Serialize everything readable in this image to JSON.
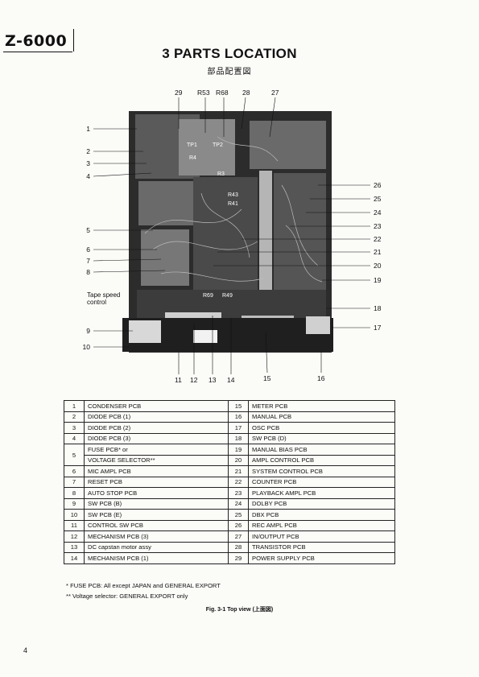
{
  "header": {
    "model": "Z-6000",
    "title": "3  PARTS LOCATION",
    "subtitle": "部品配置図"
  },
  "figure": {
    "labels": {
      "top": [
        "29",
        "R53",
        "R68",
        "28",
        "27"
      ],
      "left": [
        "1",
        "2",
        "3",
        "4",
        "5",
        "6",
        "7",
        "8",
        "9",
        "10"
      ],
      "right": [
        "26",
        "25",
        "24",
        "23",
        "22",
        "21",
        "20",
        "19",
        "18",
        "17"
      ],
      "bottom": [
        "11",
        "12",
        "13",
        "14",
        "15",
        "16"
      ]
    },
    "silk_labels": [
      "TP1",
      "TP2",
      "R4",
      "R3",
      "R43",
      "R41",
      "R69",
      "R49"
    ],
    "tape_speed_label": "Tape speed control"
  },
  "parts_table": [
    {
      "no": "1",
      "name": "CONDENSER PCB",
      "no2": "15",
      "name2": "METER PCB"
    },
    {
      "no": "2",
      "name": "DIODE PCB (1)",
      "no2": "16",
      "name2": "MANUAL PCB"
    },
    {
      "no": "3",
      "name": "DIODE PCB (2)",
      "no2": "17",
      "name2": "OSC PCB"
    },
    {
      "no": "4",
      "name": "DIODE PCB (3)",
      "no2": "18",
      "name2": "SW PCB (D)"
    },
    {
      "no": "5",
      "name": "FUSE PCB* or",
      "name_b": "VOLTAGE SELECTOR**",
      "no2": "19",
      "name2": "MANUAL BIAS PCB",
      "no3": "20",
      "name3": "AMPL CONTROL PCB"
    },
    {
      "no": "6",
      "name": "MIC AMPL PCB",
      "no2": "21",
      "name2": "SYSTEM CONTROL PCB"
    },
    {
      "no": "7",
      "name": "RESET PCB",
      "no2": "22",
      "name2": "COUNTER PCB"
    },
    {
      "no": "8",
      "name": "AUTO STOP PCB",
      "no2": "23",
      "name2": "PLAYBACK AMPL PCB"
    },
    {
      "no": "9",
      "name": "SW PCB (B)",
      "no2": "24",
      "name2": "DOLBY PCB"
    },
    {
      "no": "10",
      "name": "SW PCB (E)",
      "no2": "25",
      "name2": "DBX PCB"
    },
    {
      "no": "11",
      "name": "CONTROL SW PCB",
      "no2": "26",
      "name2": "REC AMPL PCB"
    },
    {
      "no": "12",
      "name": "MECHANISM PCB (3)",
      "no2": "27",
      "name2": "IN/OUTPUT PCB"
    },
    {
      "no": "13",
      "name": "DC capstan motor assy",
      "no2": "28",
      "name2": "TRANSISTOR PCB"
    },
    {
      "no": "14",
      "name": "MECHANISM PCB (1)",
      "no2": "29",
      "name2": "POWER SUPPLY PCB"
    }
  ],
  "notes": {
    "note1": "*  FUSE PCB:  All except JAPAN and GENERAL EXPORT",
    "note2": "**  Voltage selector:  GENERAL EXPORT only"
  },
  "caption": "Fig. 3-1   Top view (上面図)",
  "page_number": "4"
}
